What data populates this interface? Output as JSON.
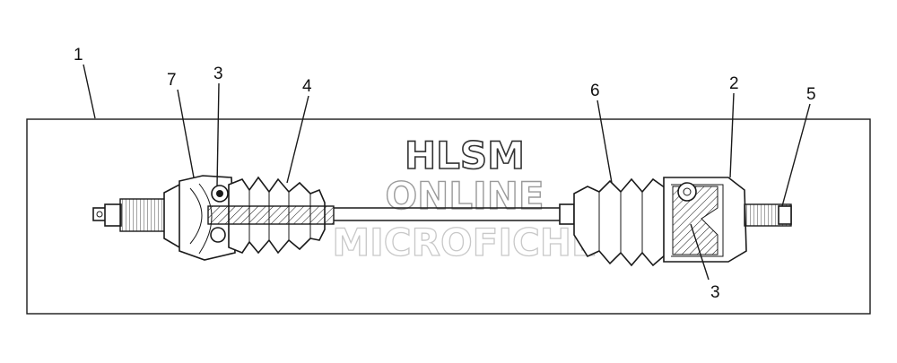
{
  "diagram": {
    "callouts": [
      {
        "id": "c1",
        "label": "1"
      },
      {
        "id": "c7",
        "label": "7"
      },
      {
        "id": "c3a",
        "label": "3"
      },
      {
        "id": "c4",
        "label": "4"
      },
      {
        "id": "c6",
        "label": "6"
      },
      {
        "id": "c2",
        "label": "2"
      },
      {
        "id": "c5",
        "label": "5"
      },
      {
        "id": "c3b",
        "label": "3"
      }
    ],
    "watermark": {
      "line1": "HLSM",
      "line2": "ONLINE",
      "line3": "MICROFICHE"
    },
    "colors": {
      "stroke": "#1a1a1a",
      "watermark_dark": "#333333",
      "watermark_light": "#bdbdbd"
    }
  }
}
